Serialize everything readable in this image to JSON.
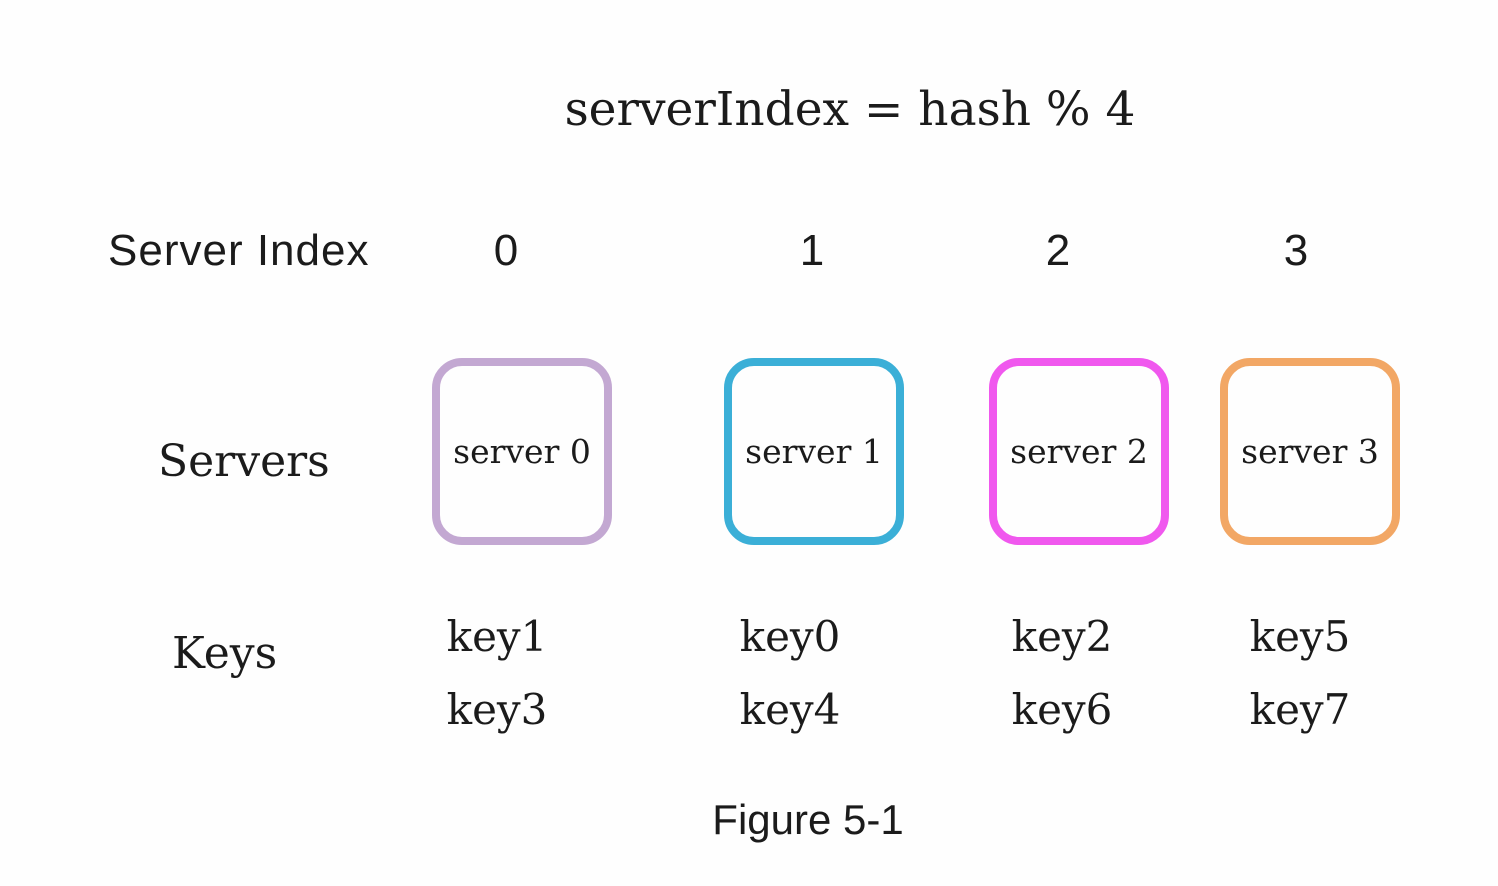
{
  "title": "serverIndex = hash % 4",
  "caption": "Figure 5-1",
  "labels": {
    "server_index": "Server Index",
    "servers": "Servers",
    "keys": "Keys"
  },
  "colors": {
    "background": "#fefefe",
    "text": "#1b1b1b"
  },
  "columns": [
    {
      "index": "0",
      "server": "server 0",
      "border_color": "#c3a8d2",
      "keys": [
        "key1",
        "key3"
      ]
    },
    {
      "index": "1",
      "server": "server 1",
      "border_color": "#3bafd7",
      "keys": [
        "key0",
        "key4"
      ]
    },
    {
      "index": "2",
      "server": "server 2",
      "border_color": "#f058ee",
      "keys": [
        "key2",
        "key6"
      ]
    },
    {
      "index": "3",
      "server": "server 3",
      "border_color": "#f2a765",
      "keys": [
        "key5",
        "key7"
      ]
    }
  ]
}
